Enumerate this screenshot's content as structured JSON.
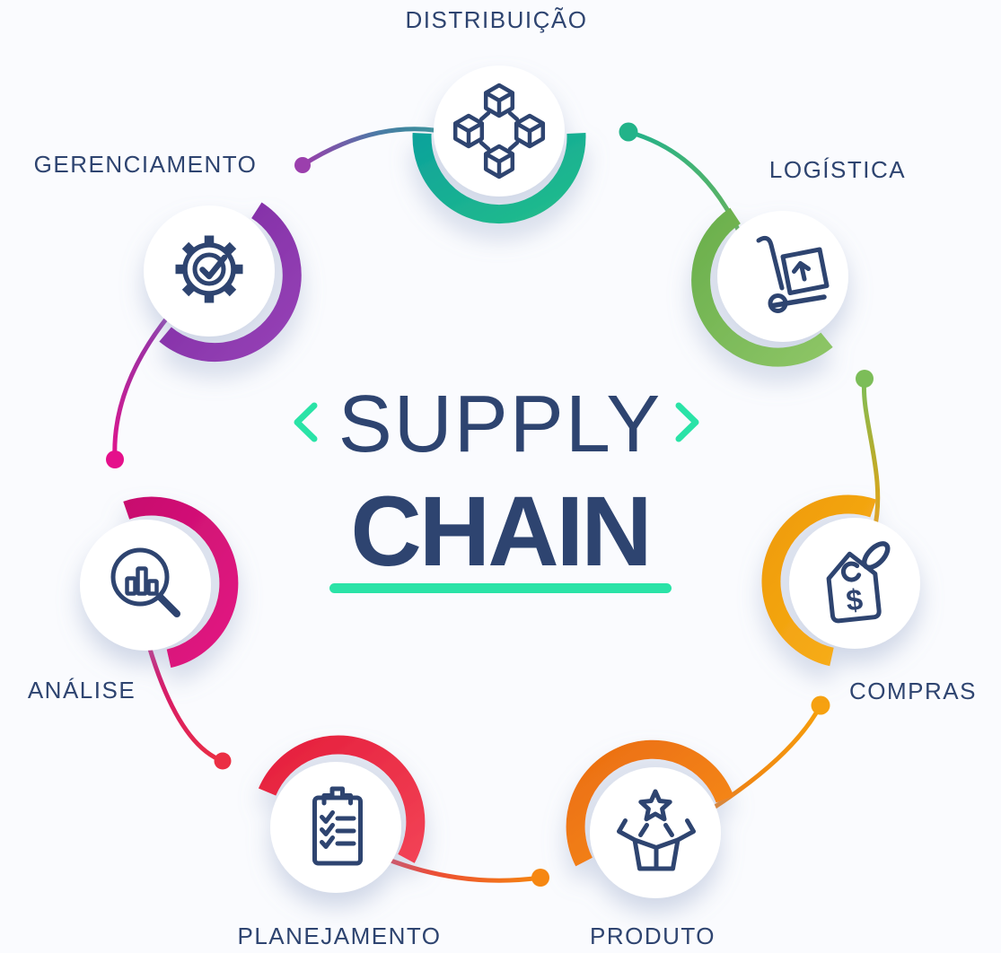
{
  "title": {
    "word_top": "SUPPLY",
    "word_bottom": "CHAIN",
    "accent_color": "#2ae3a7",
    "text_color": "#2e4470"
  },
  "colors": {
    "label": "#2e4470",
    "icon": "#2e4470",
    "background": "#fafbfe"
  },
  "glyphs": {
    "dollar": "$"
  },
  "nodes": [
    {
      "id": "distribuicao",
      "label": "DISTRIBUIÇÃO",
      "icon": "network-cubes-icon",
      "arc_from": "#0da29b",
      "arc_to": "#23bd8b"
    },
    {
      "id": "logistica",
      "label": "LOGÍSTICA",
      "icon": "hand-truck-icon",
      "arc_from": "#6aaf4c",
      "arc_to": "#8dc566"
    },
    {
      "id": "compras",
      "label": "COMPRAS",
      "icon": "price-tag-icon",
      "arc_from": "#ef9b05",
      "arc_to": "#f8b01f"
    },
    {
      "id": "produto",
      "label": "PRODUTO",
      "icon": "open-box-star-icon",
      "arc_from": "#eb6e10",
      "arc_to": "#f78d1a"
    },
    {
      "id": "planejamento",
      "label": "PLANEJAMENTO",
      "icon": "clipboard-checklist-icon",
      "arc_from": "#e51f3d",
      "arc_to": "#f24255"
    },
    {
      "id": "analise",
      "label": "ANÁLISE",
      "icon": "analysis-magnifier-icon",
      "arc_from": "#c80b6e",
      "arc_to": "#e21b82"
    },
    {
      "id": "gerenciamento",
      "label": "GERENCIAMENTO",
      "icon": "gear-check-icon",
      "arc_from": "#7d2aa2",
      "arc_to": "#9642b6"
    }
  ],
  "connectors": [
    {
      "from": "gerenciamento",
      "to": "distribuicao",
      "start_color": "#9b3dab",
      "mid_color": "#4b7aa6",
      "end_color": "#2d9b93",
      "dot_color": "#9b3fad"
    },
    {
      "from": "distribuicao",
      "to": "logistica",
      "start_color": "#22b28a",
      "mid_color": "#45b374",
      "end_color": "#68b25a",
      "dot_color": "#22b389"
    },
    {
      "from": "logistica",
      "to": "compras",
      "start_color": "#7cbd58",
      "mid_color": "#b5ad2e",
      "end_color": "#eda313",
      "dot_color": "#7cbd58"
    },
    {
      "from": "compras",
      "to": "produto",
      "start_color": "#f69f0d",
      "mid_color": "#f28f10",
      "end_color": "#ee7d13",
      "dot_color": "#f6a110"
    },
    {
      "from": "planejamento",
      "to": "produto",
      "start_color": "#e93345",
      "mid_color": "#ef5c2a",
      "end_color": "#f5860f",
      "dot_color": "#f68711"
    },
    {
      "from": "analise",
      "to": "planejamento",
      "start_color": "#cf1074",
      "mid_color": "#dc2060",
      "end_color": "#ea2e43",
      "dot_color": "#eb2f44"
    },
    {
      "from": "gerenciamento",
      "to": "analise",
      "start_color": "#8a35ad",
      "mid_color": "#b0289c",
      "end_color": "#e0138c",
      "dot_color": "#e5108b"
    }
  ]
}
